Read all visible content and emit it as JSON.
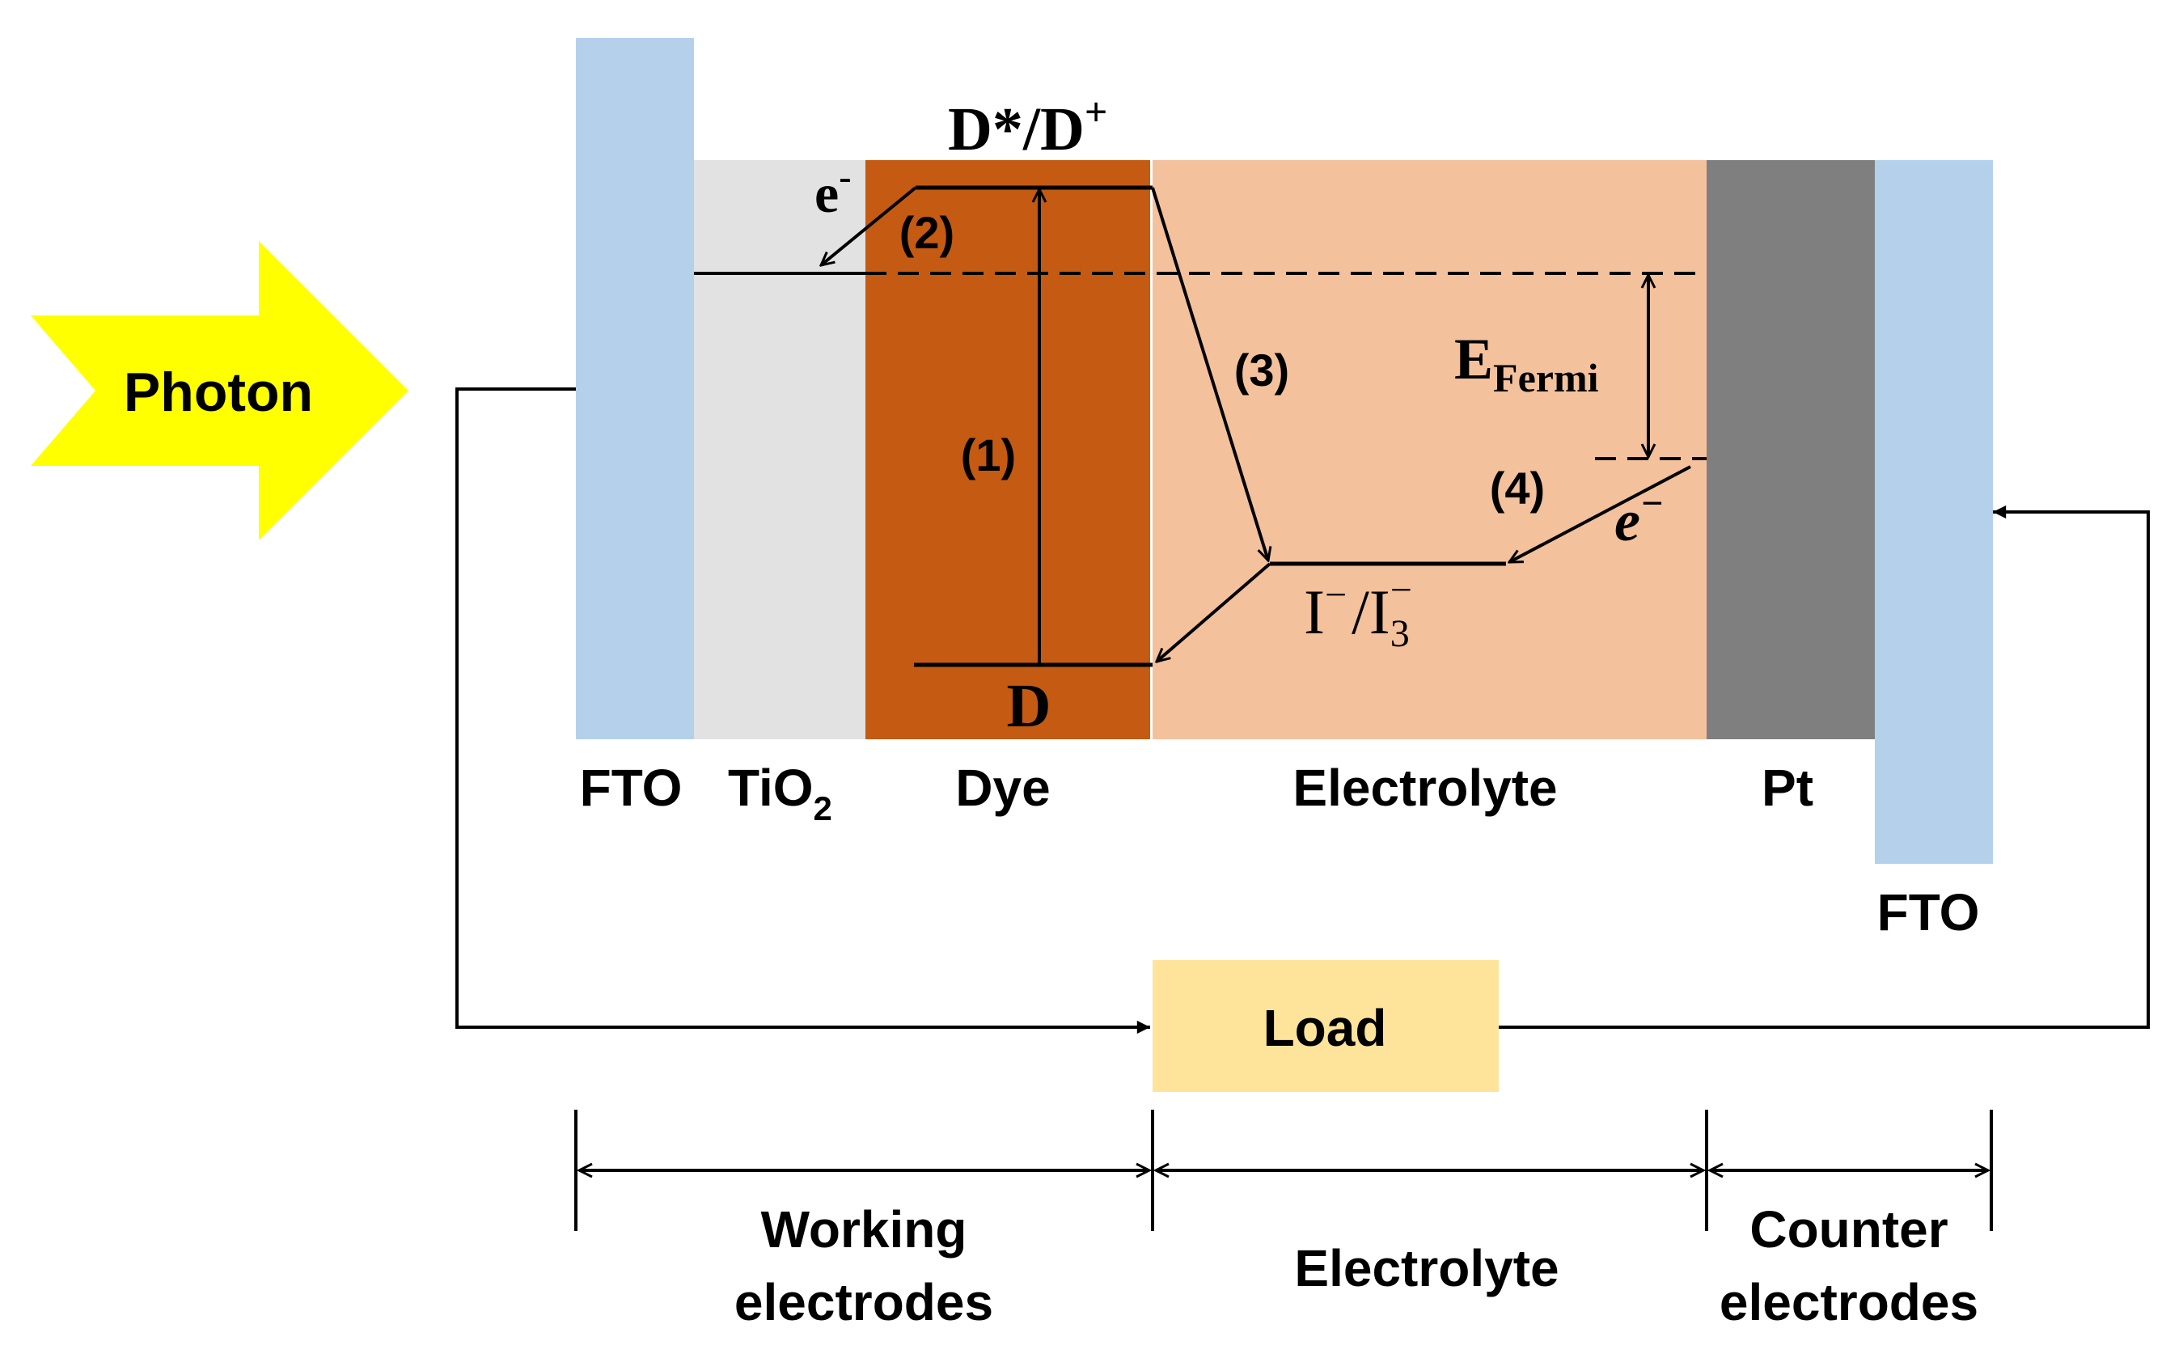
{
  "photon_label": "Photon",
  "layers": {
    "fto_left": "FTO",
    "tio2": "TiO",
    "tio2_sub": "2",
    "dye": "Dye",
    "electrolyte": "Electrolyte",
    "pt": "Pt",
    "fto_right": "FTO"
  },
  "levels": {
    "excited": "D*/D",
    "excited_sup": "+",
    "ground": "D",
    "redox_i": "I",
    "redox_i_sup": "−",
    "redox_slash": "/",
    "redox_i3": "I",
    "redox_i3_sub": "3",
    "redox_i3_sup": "−",
    "fermi": "E",
    "fermi_sub": "Fermi"
  },
  "electrons": {
    "left": "e",
    "left_sup": "-",
    "right": "e",
    "right_sup": "−"
  },
  "steps": [
    "(1)",
    "(2)",
    "(3)",
    "(4)"
  ],
  "load_label": "Load",
  "sections": {
    "working_line1": "Working",
    "working_line2": "electrodes",
    "electrolyte": "Electrolyte",
    "counter_line1": "Counter",
    "counter_line2": "electrodes"
  },
  "colors": {
    "fto": "#b4d0ea",
    "tio2": "#e2e2e2",
    "dye": "#c55a12",
    "electrolyte": "#f4c19d",
    "pt": "#7f7f7f",
    "load": "#fde49a",
    "photon": "#ffff00"
  }
}
